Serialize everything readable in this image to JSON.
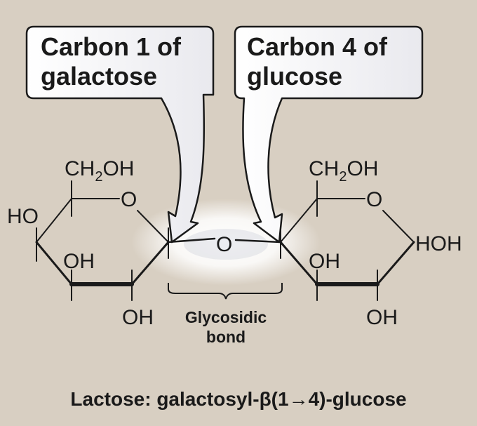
{
  "callouts": {
    "left": {
      "line1": "Carbon 1 of",
      "line2": "galactose"
    },
    "right": {
      "line1": "Carbon 4 of",
      "line2": "glucose"
    }
  },
  "galactose": {
    "ch2oh_main": "CH",
    "ch2oh_sub": "2",
    "ch2oh_tail": "OH",
    "ring_oxygen": "O",
    "ho_label": "HO",
    "oh_mid": "OH",
    "oh_bottom": "OH"
  },
  "linkage": {
    "oxygen": "O",
    "bond_label_line1": "Glycosidic",
    "bond_label_line2": "bond"
  },
  "glucose": {
    "ch2oh_main": "CH",
    "ch2oh_sub": "2",
    "ch2oh_tail": "OH",
    "ring_oxygen": "O",
    "hoh_label": "HOH",
    "oh_mid": "OH",
    "oh_bottom": "OH"
  },
  "caption": "Lactose: galactosyl-β(1→4)-glucose",
  "colors": {
    "background": "#d8cfc2",
    "ink": "#1a1a1a",
    "callout_fill": "#ffffff",
    "glow": "#ffffff"
  }
}
